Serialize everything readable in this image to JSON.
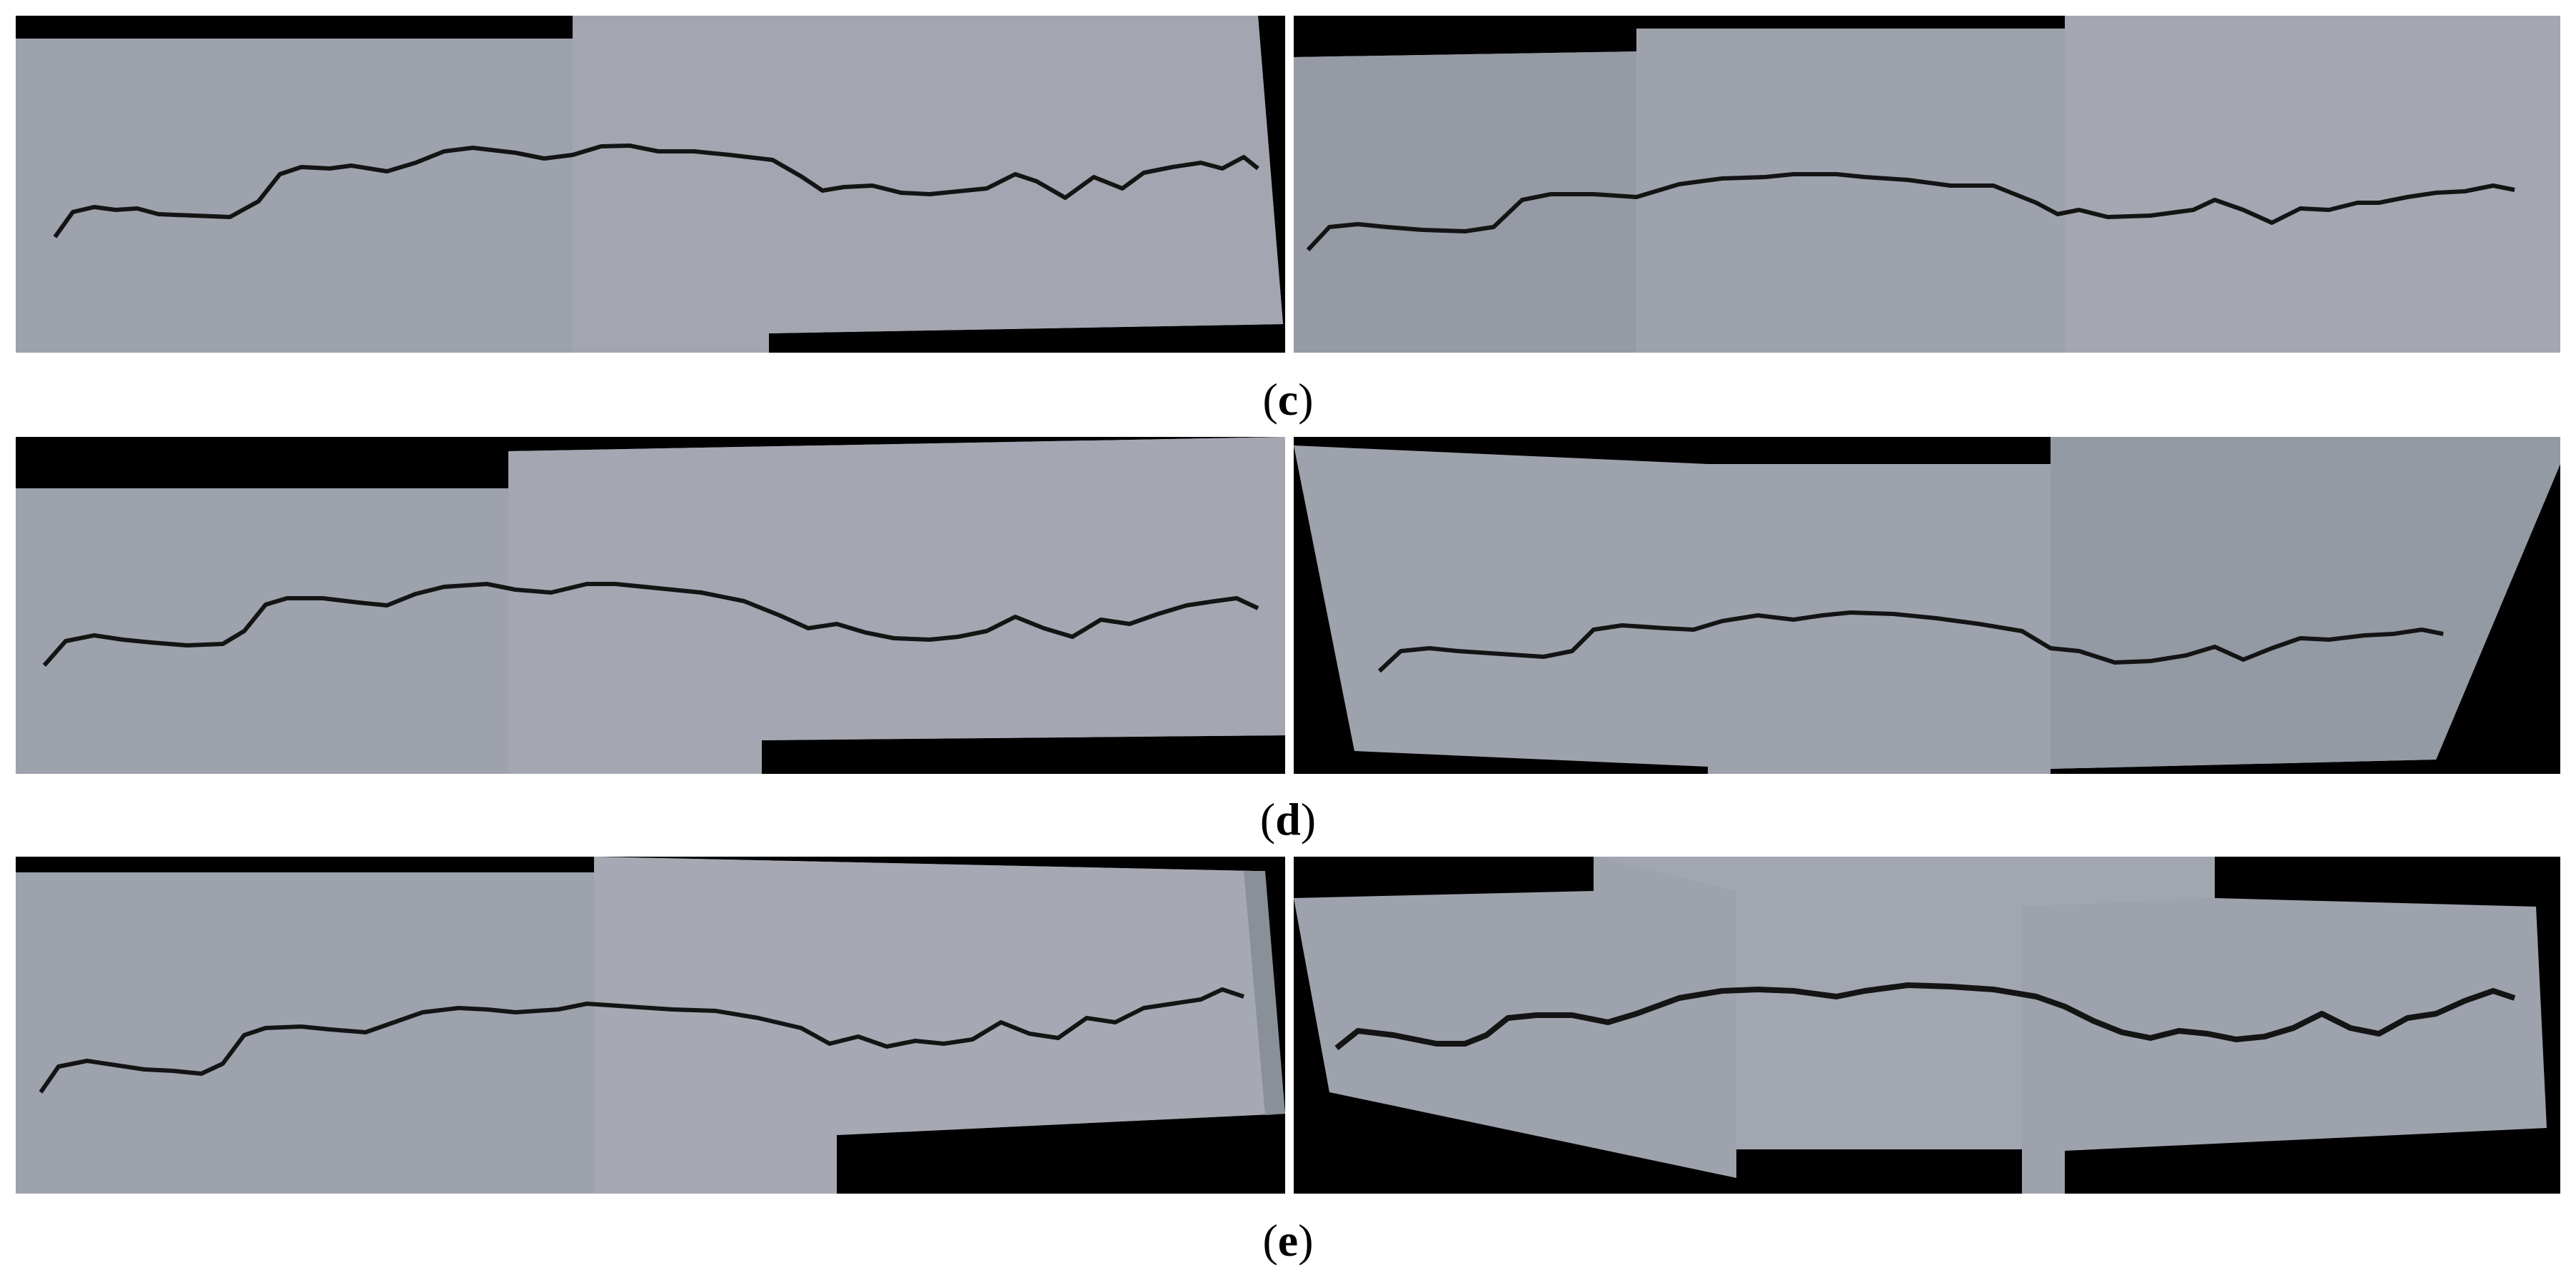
{
  "captions": {
    "c": {
      "open": "(",
      "letter": "c",
      "close": ")"
    },
    "d": {
      "open": "(",
      "letter": "d",
      "close": ")"
    },
    "e": {
      "open": "(",
      "letter": "e",
      "close": ")"
    }
  },
  "colors": {
    "background": "#000000",
    "paper": "#9ea2ad",
    "paper_light": "#a8abb5",
    "paper_dark": "#959aa4",
    "crack": "#141414",
    "page": "#ffffff"
  }
}
